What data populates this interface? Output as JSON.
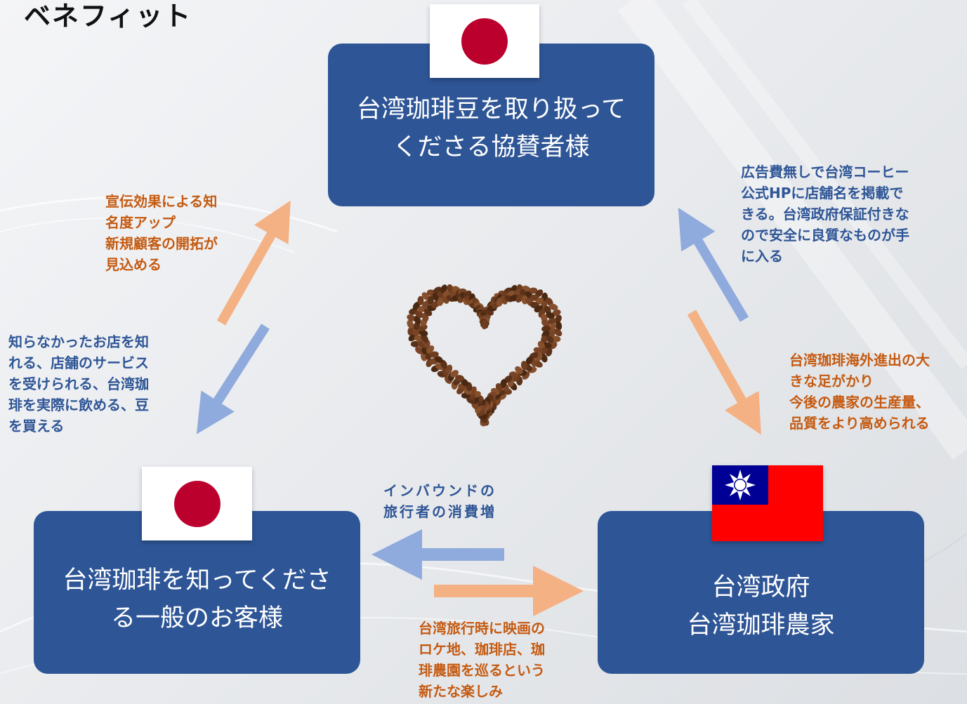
{
  "title": "ベネフィット",
  "colors": {
    "box": "#2e5596",
    "arrow_orange": "#f4b183",
    "arrow_blue": "#8faadc",
    "text_orange": "#c55a11",
    "text_blue": "#2e5596",
    "japan_red": "#bc002d",
    "taiwan_red": "#fe0000",
    "taiwan_blue": "#000095"
  },
  "nodes": {
    "sponsor": {
      "lines": [
        "台湾珈琲豆を取り扱って",
        "くださる協賛者様"
      ],
      "flag": "japan-flag"
    },
    "customer": {
      "lines": [
        "台湾珈琲を知ってくださ",
        "る一般のお客様"
      ],
      "flag": "japan-flag"
    },
    "government": {
      "lines": [
        "台湾政府",
        "台湾珈琲農家"
      ],
      "flag": "taiwan-flag"
    }
  },
  "center_image": "coffee-bean-heart",
  "notes": {
    "customer_to_sponsor": [
      "宣伝効果による知",
      "名度アップ",
      "新規顧客の開拓が",
      "見込める"
    ],
    "sponsor_to_customer": [
      "知らなかったお店を知",
      "れる、店舗のサービス",
      "を受けられる、台湾珈",
      "琲を実際に飲める、豆",
      "を買える"
    ],
    "government_to_sponsor": [
      "広告費無しで台湾コーヒー",
      "公式HPに店舗名を掲載で",
      "きる。台湾政府保証付きな",
      "ので安全に良質なものが手",
      "に入る"
    ],
    "sponsor_to_government": [
      "台湾珈琲海外進出の大",
      "きな足がかり",
      "今後の農家の生産量、",
      "品質をより高められる"
    ],
    "government_to_customer": [
      "インバウンドの",
      "旅行者の消費増"
    ],
    "customer_to_government": [
      "台湾旅行時に映画の",
      "ロケ地、珈琲店、珈",
      "琲農園を巡るという",
      "新たな楽しみ"
    ]
  }
}
